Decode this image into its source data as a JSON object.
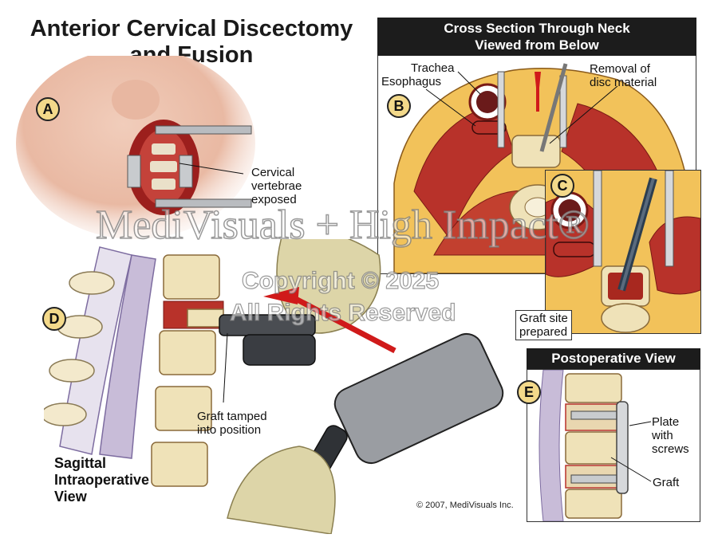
{
  "title": {
    "line1": "Anterior Cervical Discectomy",
    "line2": "and Fusion"
  },
  "panels": {
    "a": {
      "badge": "A",
      "label_line1": "Cervical",
      "label_line2": "vertebrae",
      "label_line3": "exposed"
    },
    "b": {
      "badge": "B",
      "header_line1": "Cross Section Through Neck",
      "header_line2": "Viewed from Below",
      "trachea": "Trachea",
      "esophagus": "Esophagus",
      "removal_line1": "Removal of",
      "removal_line2": "disc material"
    },
    "c": {
      "badge": "C",
      "label_line1": "Graft site",
      "label_line2": "prepared"
    },
    "d": {
      "badge": "D",
      "graft_line1": "Graft tamped",
      "graft_line2": "into position",
      "view_line1": "Sagittal",
      "view_line2": "Intraoperative",
      "view_line3": "View"
    },
    "e": {
      "badge": "E",
      "header": "Postoperative View",
      "plate_line1": "Plate",
      "plate_line2": "with",
      "plate_line3": "screws",
      "graft": "Graft"
    }
  },
  "watermark": {
    "brand": "MediVisuals + High Impact®",
    "copyright": "Copyright © 2025",
    "rights": "All Rights Reserved"
  },
  "footer": {
    "credit": "© 2007, MediVisuals Inc."
  },
  "colors": {
    "badge_fill": "#f3d98a",
    "header_bg": "#1c1c1c",
    "arrow_red": "#d01a1a",
    "muscle": "#b8322a",
    "fat": "#f2c25a",
    "bone": "#efe2b8"
  }
}
